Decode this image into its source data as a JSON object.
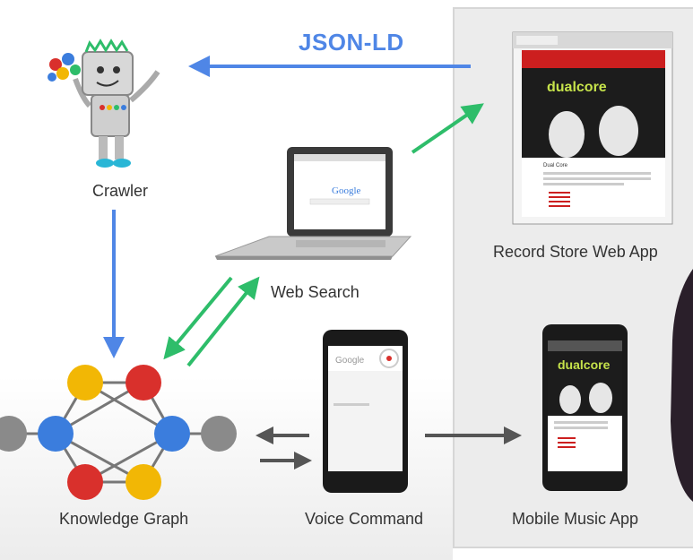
{
  "edge_label": "JSON-LD",
  "nodes": {
    "crawler": "Crawler",
    "web_search": "Web Search",
    "record_store": "Record Store Web App",
    "knowledge_graph": "Knowledge Graph",
    "voice_command": "Voice Command",
    "mobile_app": "Mobile Music App"
  },
  "screen_text": {
    "google": "Google",
    "brand": "dualcore",
    "heading": "Dual Core"
  },
  "colors": {
    "blue": "#4f86e6",
    "green": "#2ebd6a",
    "dark_arrow": "#555555",
    "kg_blue": "#3b7ddd",
    "kg_red": "#d9302c",
    "kg_yellow": "#f2b705",
    "kg_grey": "#8a8a8a",
    "site_red": "#cc1f1f"
  }
}
